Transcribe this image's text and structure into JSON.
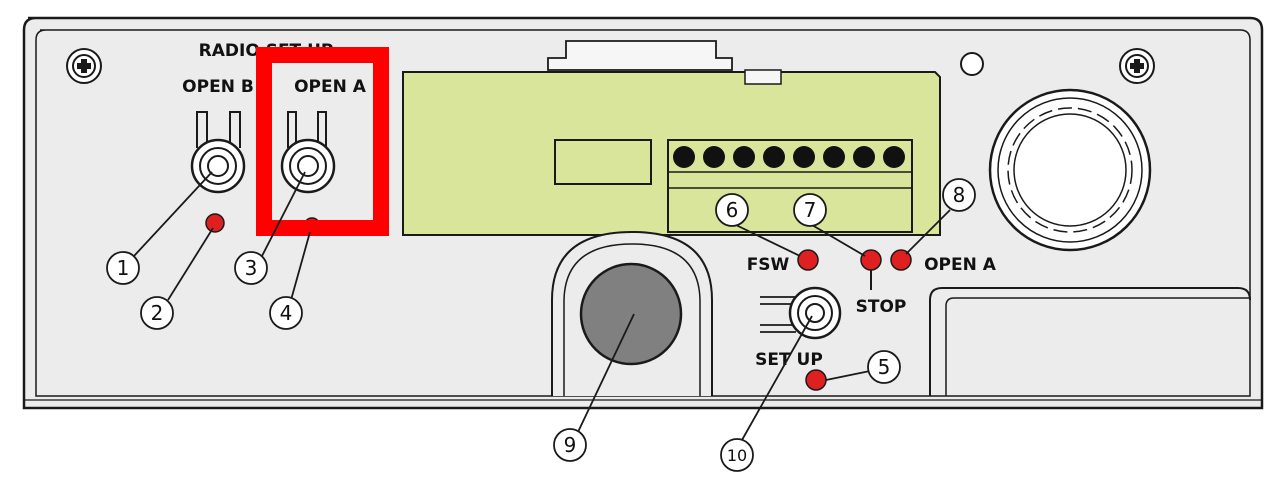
{
  "labels": {
    "radio_set_up": "RADIO SET UP",
    "open_b": "OPEN B",
    "open_a_top": "OPEN A",
    "fsw": "FSW",
    "stop": "STOP",
    "open_a_led": "OPEN A",
    "set_up": "SET UP"
  },
  "callouts": {
    "c1": "1",
    "c2": "2",
    "c3": "3",
    "c4": "4",
    "c5": "5",
    "c6": "6",
    "c7": "7",
    "c8": "8",
    "c9": "9",
    "c10": "10"
  },
  "colors": {
    "panel": "#ececec",
    "outline": "#1a1a1a",
    "board": "#d9e59b",
    "led_red": "#e02020",
    "highlight": "#ff0000",
    "knob": "#808080"
  },
  "icons": [
    "screw-icon",
    "speaker-grille-icon",
    "button-icon",
    "led-icon"
  ]
}
